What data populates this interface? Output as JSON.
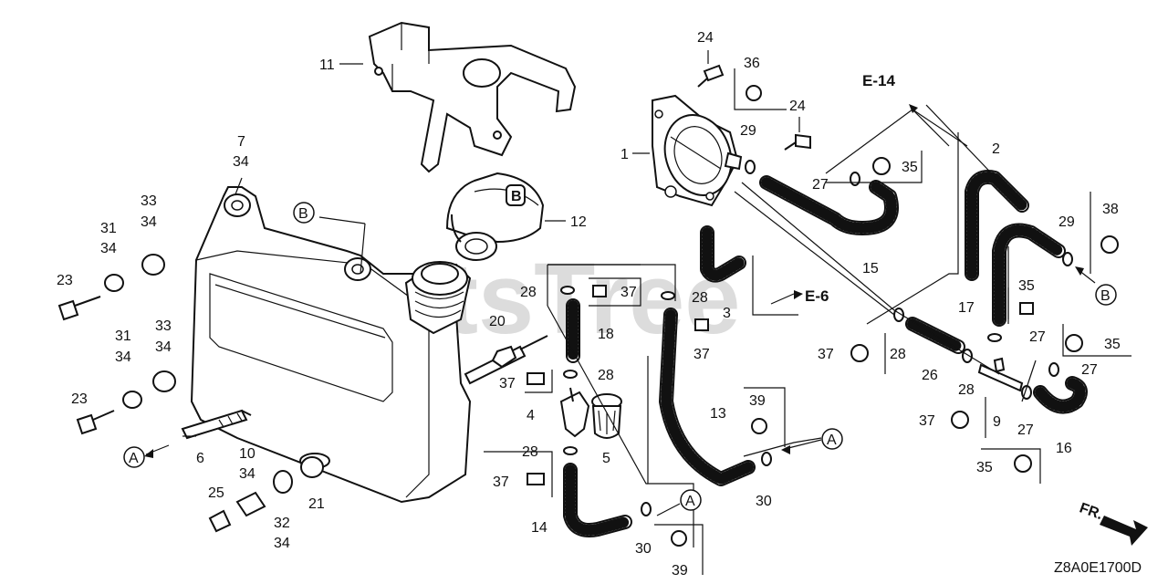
{
  "watermark": "PartsTree",
  "diagram_code": "Z8A0E1700D",
  "front_indicator": "FR.",
  "refs": {
    "e14": "E-14",
    "e6": "E-6"
  },
  "circle_refs": {
    "a": "A",
    "b": "B"
  },
  "callouts": {
    "c1": "1",
    "c2": "2",
    "c3": "3",
    "c4": "4",
    "c5": "5",
    "c6": "6",
    "c7": "7",
    "c9": "9",
    "c10": "10",
    "c11": "11",
    "c12": "12",
    "c13": "13",
    "c14": "14",
    "c15": "15",
    "c16": "16",
    "c17": "17",
    "c18": "18",
    "c20": "20",
    "c21": "21",
    "c23": "23",
    "c24": "24",
    "c25": "25",
    "c26": "26",
    "c27": "27",
    "c28": "28",
    "c29": "29",
    "c30": "30",
    "c31": "31",
    "c32": "32",
    "c33": "33",
    "c34": "34",
    "c35": "35",
    "c36": "36",
    "c37": "37",
    "c38": "38",
    "c39": "39"
  }
}
